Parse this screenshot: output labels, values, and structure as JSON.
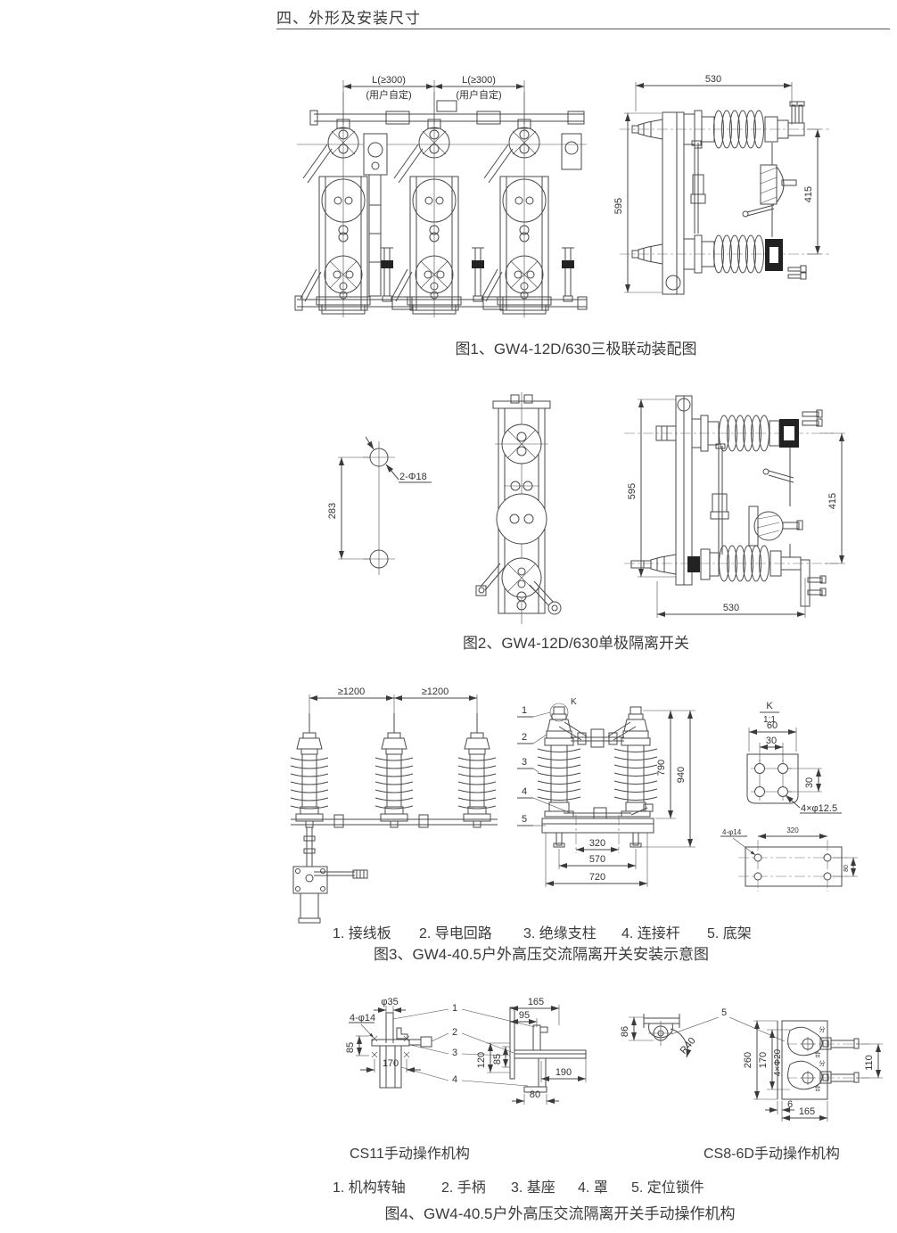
{
  "page": {
    "title": "四、外形及安装尺寸"
  },
  "fig1": {
    "caption": "图1、GW4-12D/630三极联动装配图",
    "pitch_label": "L(≥300)",
    "pitch_note": "(用户自定)",
    "width": "530",
    "height_left": "595",
    "height_right": "415"
  },
  "fig2": {
    "caption": "图2、GW4-12D/630单极隔离开关",
    "holes_label": "2-Φ18",
    "hole_pitch": "283",
    "height_left": "595",
    "height_right": "415",
    "width": "530"
  },
  "fig3": {
    "caption": "图3、GW4-40.5户外高压交流隔离开关安装示意图",
    "phase_pitch": "≥1200",
    "k_mark": "K",
    "parts": [
      "1",
      "2",
      "3",
      "4",
      "5"
    ],
    "legend": [
      "1. 接线板",
      "2. 导电回路",
      "3. 绝缘支柱",
      "4. 连接杆",
      "5. 底架"
    ],
    "height1": "790",
    "height2": "940",
    "base_dims": [
      "320",
      "570",
      "720"
    ],
    "detail_k": {
      "title": "K",
      "scale": "1:1",
      "width": "60",
      "pitch_x": "30",
      "pitch_y": "30",
      "holes": "4×φ12.5"
    },
    "foundation": {
      "holes": "4-φ14",
      "pitch_x": "320",
      "pitch_y": "80"
    }
  },
  "fig4": {
    "caption": "图4、GW4-40.5户外高压交流隔离开关手动操作机构",
    "legend": [
      "1. 机构转轴",
      "2. 手柄",
      "3. 基座",
      "4. 罩",
      "5. 定位锁件"
    ],
    "cs11": {
      "caption": "CS11手动操作机构",
      "shaft_dia": "φ35",
      "holes": "4-φ14",
      "dim_85": "85",
      "dim_170": "170",
      "parts": [
        "1",
        "2",
        "3",
        "4"
      ],
      "dim_165": "165",
      "dim_95": "95",
      "dim_120": "120",
      "dim_85b": "85",
      "dim_190": "190",
      "dim_80": "80"
    },
    "cs86d": {
      "caption": "CS8-6D手动操作机构",
      "dim_86": "86",
      "radius": "R40",
      "part": "5",
      "dim_260": "260",
      "dim_170": "170",
      "holes": "4×Φ20",
      "dim_110": "110",
      "dim_6": "6",
      "dim_165": "165",
      "open": "分",
      "close": "合"
    }
  }
}
